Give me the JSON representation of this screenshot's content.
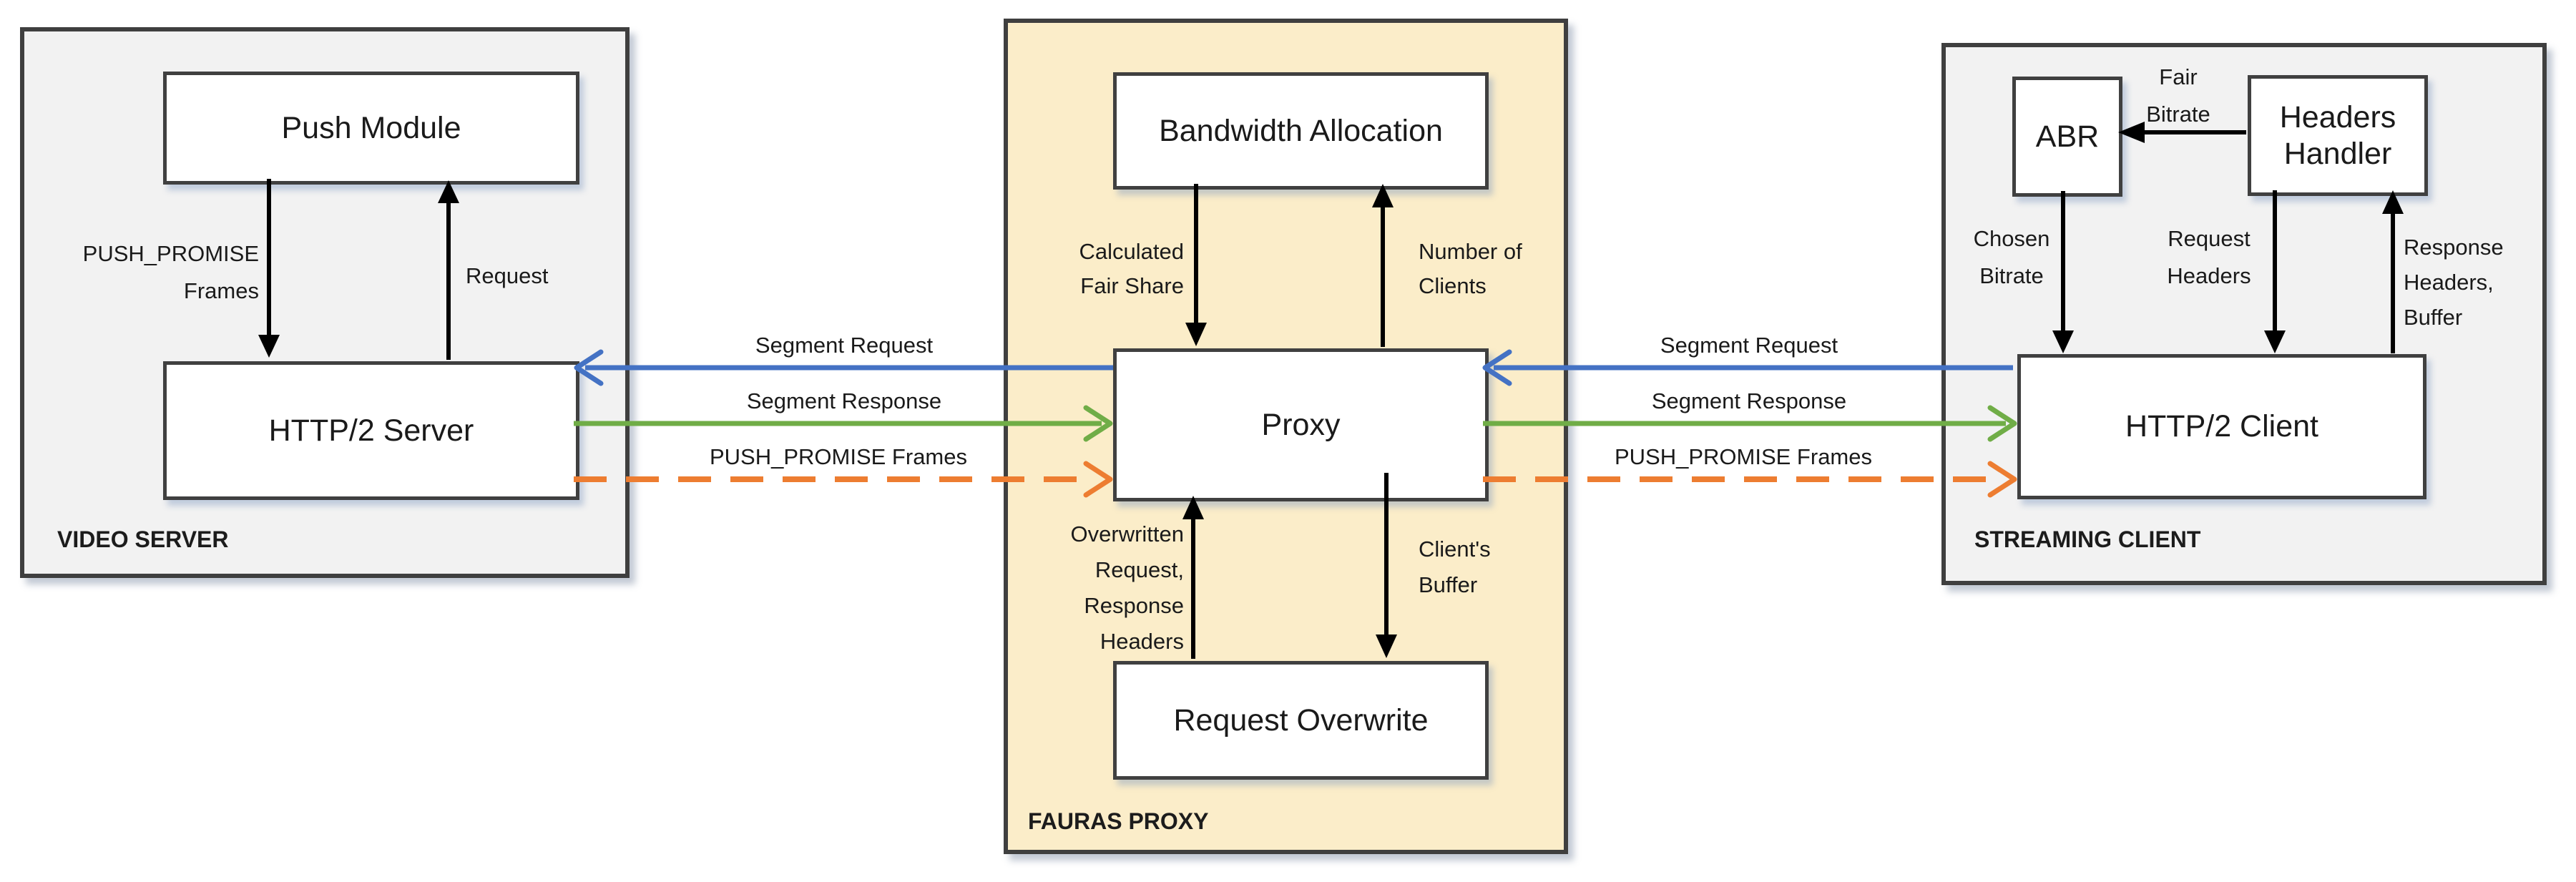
{
  "colors": {
    "request_flow": "#4472c4",
    "response_flow": "#70ad47",
    "push_flow": "#ed7d31",
    "black_arrow": "#000000",
    "container_gray_fill": "#f2f2f2",
    "container_yellow_fill": "#fbedc9",
    "container_border": "#3f3f3f",
    "box_fill": "#ffffff",
    "box_border": "#404040",
    "text": "#1a1a1a"
  },
  "containers": {
    "video_server": {
      "label": "VIDEO SERVER"
    },
    "fauras_proxy": {
      "label": "FAURAS PROXY"
    },
    "streaming_client": {
      "label": "STREAMING CLIENT"
    }
  },
  "boxes": {
    "push_module": {
      "label": "Push Module"
    },
    "http2_server": {
      "label": "HTTP/2 Server"
    },
    "bandwidth_allocation": {
      "label": "Bandwidth Allocation"
    },
    "proxy": {
      "label": "Proxy"
    },
    "request_overwrite": {
      "label": "Request Overwrite"
    },
    "abr": {
      "label": "ABR"
    },
    "headers_handler": {
      "label": "Headers Handler"
    },
    "http2_client": {
      "label": "HTTP/2 Client"
    }
  },
  "edge_labels": {
    "push_promise_frames_internal": "PUSH_PROMISE\nFrames",
    "request_internal": "Request",
    "calculated_fair_share": "Calculated\nFair Share",
    "number_of_clients": "Number of\nClients",
    "overwritten_request_response_headers": "Overwritten\nRequest,\nResponse\nHeaders",
    "clients_buffer": "Client's\nBuffer",
    "fair_bitrate": "Fair\nBitrate",
    "chosen_bitrate": "Chosen\nBitrate",
    "request_headers": "Request\nHeaders",
    "response_headers_buffer": "Response\nHeaders,\nBuffer",
    "segment_request_server_proxy": "Segment Request",
    "segment_response_server_proxy": "Segment Response",
    "push_promise_frames_server_proxy": "PUSH_PROMISE Frames",
    "segment_request_proxy_client": "Segment Request",
    "segment_response_proxy_client": "Segment Response",
    "push_promise_frames_proxy_client": "PUSH_PROMISE Frames"
  }
}
